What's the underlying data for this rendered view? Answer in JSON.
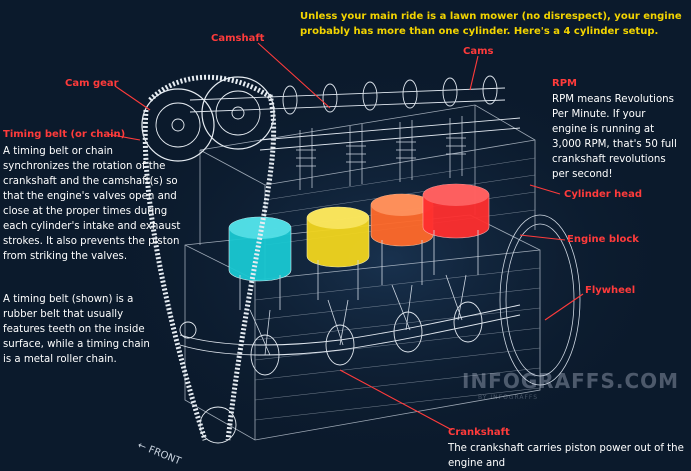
{
  "intro": "Unless your main ride is a lawn mower (no disrespect), your engine probably has more than one cylinder. Here's a 4 cylinder setup.",
  "labels": {
    "camshaft": "Camshaft",
    "cams": "Cams",
    "cam_gear": "Cam gear",
    "timing_belt": "Timing belt (or chain)",
    "rpm": "RPM",
    "cylinder_head": "Cylinder head",
    "engine_block": "Engine block",
    "flywheel": "Flywheel",
    "crankshaft": "Crankshaft"
  },
  "descriptions": {
    "timing_belt_1": "A timing belt or chain synchronizes the rotation of the crankshaft and the camshaft(s) so that the engine's valves open and close at the proper times during each cylinder's intake and exhaust strokes. It also prevents the piston from striking the valves.",
    "timing_belt_2": "A timing belt (shown) is a rubber belt that usually features teeth on the inside surface, while a timing chain is a metal roller chain.",
    "rpm": "RPM means Revolutions Per Minute. If your engine is running at 3,000 RPM, that's 50 full crankshaft revolutions per second!",
    "crankshaft": "The crankshaft carries piston power out of the engine and"
  },
  "watermark": "INFOGRAFFS.COM",
  "watermark_sub": "BY INFOGRAFFS",
  "front_label": "FRONT",
  "colors": {
    "background": "#0b1a2c",
    "label_red": "#ff3b3b",
    "intro_yellow": "#f3d400",
    "cylinder_1": "#19c8d2",
    "cylinder_2": "#f2d51e",
    "cylinder_3": "#ff6a2a",
    "cylinder_4": "#ff2f2f"
  }
}
